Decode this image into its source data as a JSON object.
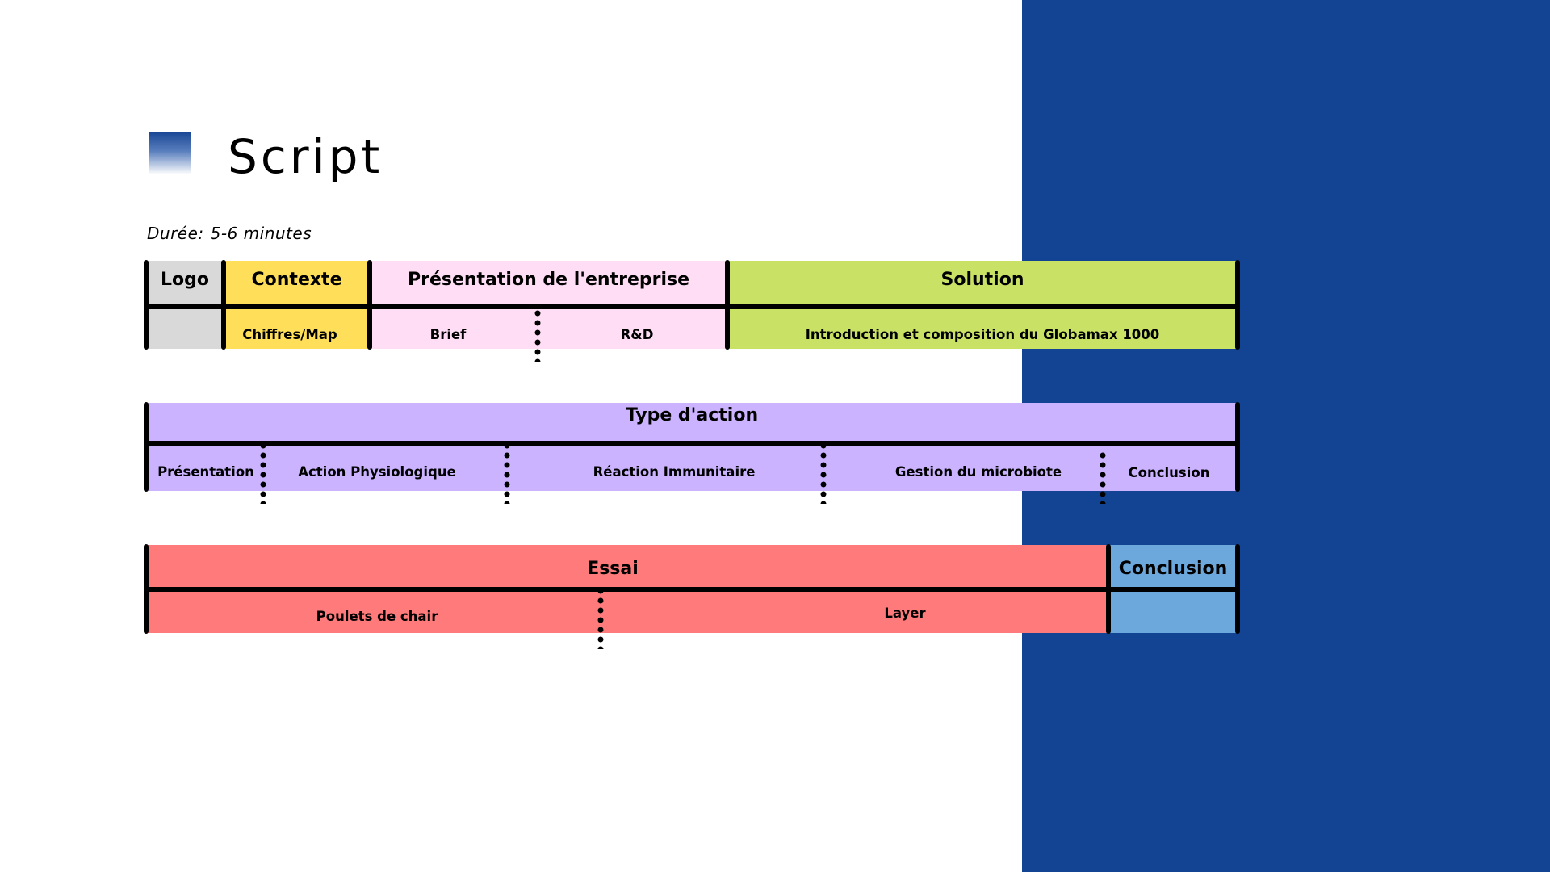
{
  "colors": {
    "side_panel": "#134393",
    "title_square_top": "#1a4896",
    "logo": "#d9d9d9",
    "contexte": "#ffde59",
    "entreprise": "#ffdef5",
    "solution": "#c9e265",
    "type_action": "#cbb3ff",
    "essai": "#ff7a7a",
    "conclusion": "#6ca8dc",
    "bars": "#000000"
  },
  "title": "Script",
  "duration": {
    "label": "Durée:",
    "value": "5-6 minutes"
  },
  "row1": {
    "logo": {
      "head": "Logo",
      "sub": ""
    },
    "contexte": {
      "head": "Contexte",
      "sub": "Chiffres/Map"
    },
    "entreprise": {
      "head": "Présentation de l'entreprise",
      "subs": [
        "Brief",
        "R&D"
      ]
    },
    "solution": {
      "head": "Solution",
      "sub": "Introduction et composition du Globamax 1000"
    }
  },
  "row2": {
    "head": "Type d'action",
    "subs": [
      "Présentation",
      "Action Physiologique",
      "Réaction Immunitaire",
      "Gestion du microbiote",
      "Conclusion"
    ]
  },
  "row3": {
    "essai": {
      "head": "Essai",
      "subs": [
        "Poulets de chair",
        "Layer"
      ]
    },
    "conclusion": {
      "head": "Conclusion",
      "sub": ""
    }
  }
}
